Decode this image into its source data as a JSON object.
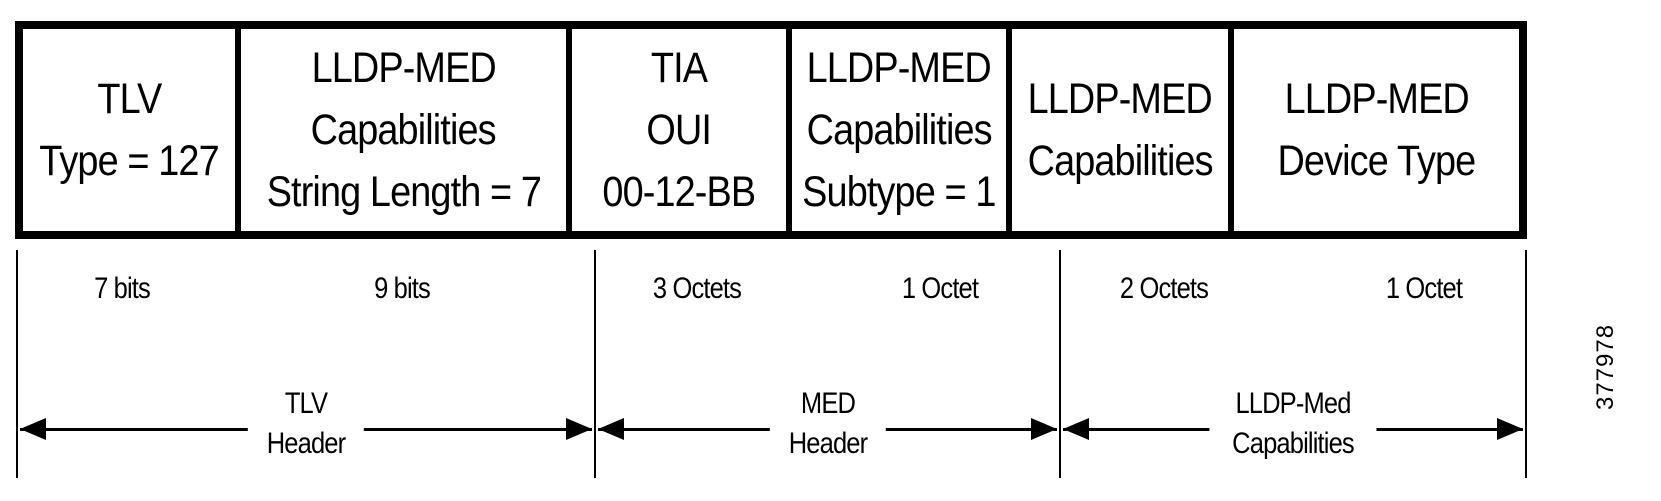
{
  "fields": [
    {
      "lines": [
        "TLV",
        "Type = 127"
      ]
    },
    {
      "lines": [
        "LLDP-MED",
        "Capabilities",
        "String Length = 7"
      ]
    },
    {
      "lines": [
        "TIA",
        "OUI",
        "00-12-BB"
      ]
    },
    {
      "lines": [
        "LLDP-MED",
        "Capabilities",
        "Subtype = 1"
      ]
    },
    {
      "lines": [
        "LLDP-MED",
        "Capabilities"
      ]
    },
    {
      "lines": [
        "LLDP-MED",
        "Device Type"
      ]
    }
  ],
  "sizes": [
    "7 bits",
    "9 bits",
    "3 Octets",
    "1 Octet",
    "2 Octets",
    "1 Octet"
  ],
  "groups": [
    {
      "lines": [
        "TLV",
        "Header"
      ]
    },
    {
      "lines": [
        "MED",
        "Header"
      ]
    },
    {
      "lines": [
        "LLDP-Med",
        "Capabilities"
      ]
    }
  ],
  "figure_id": "377978"
}
